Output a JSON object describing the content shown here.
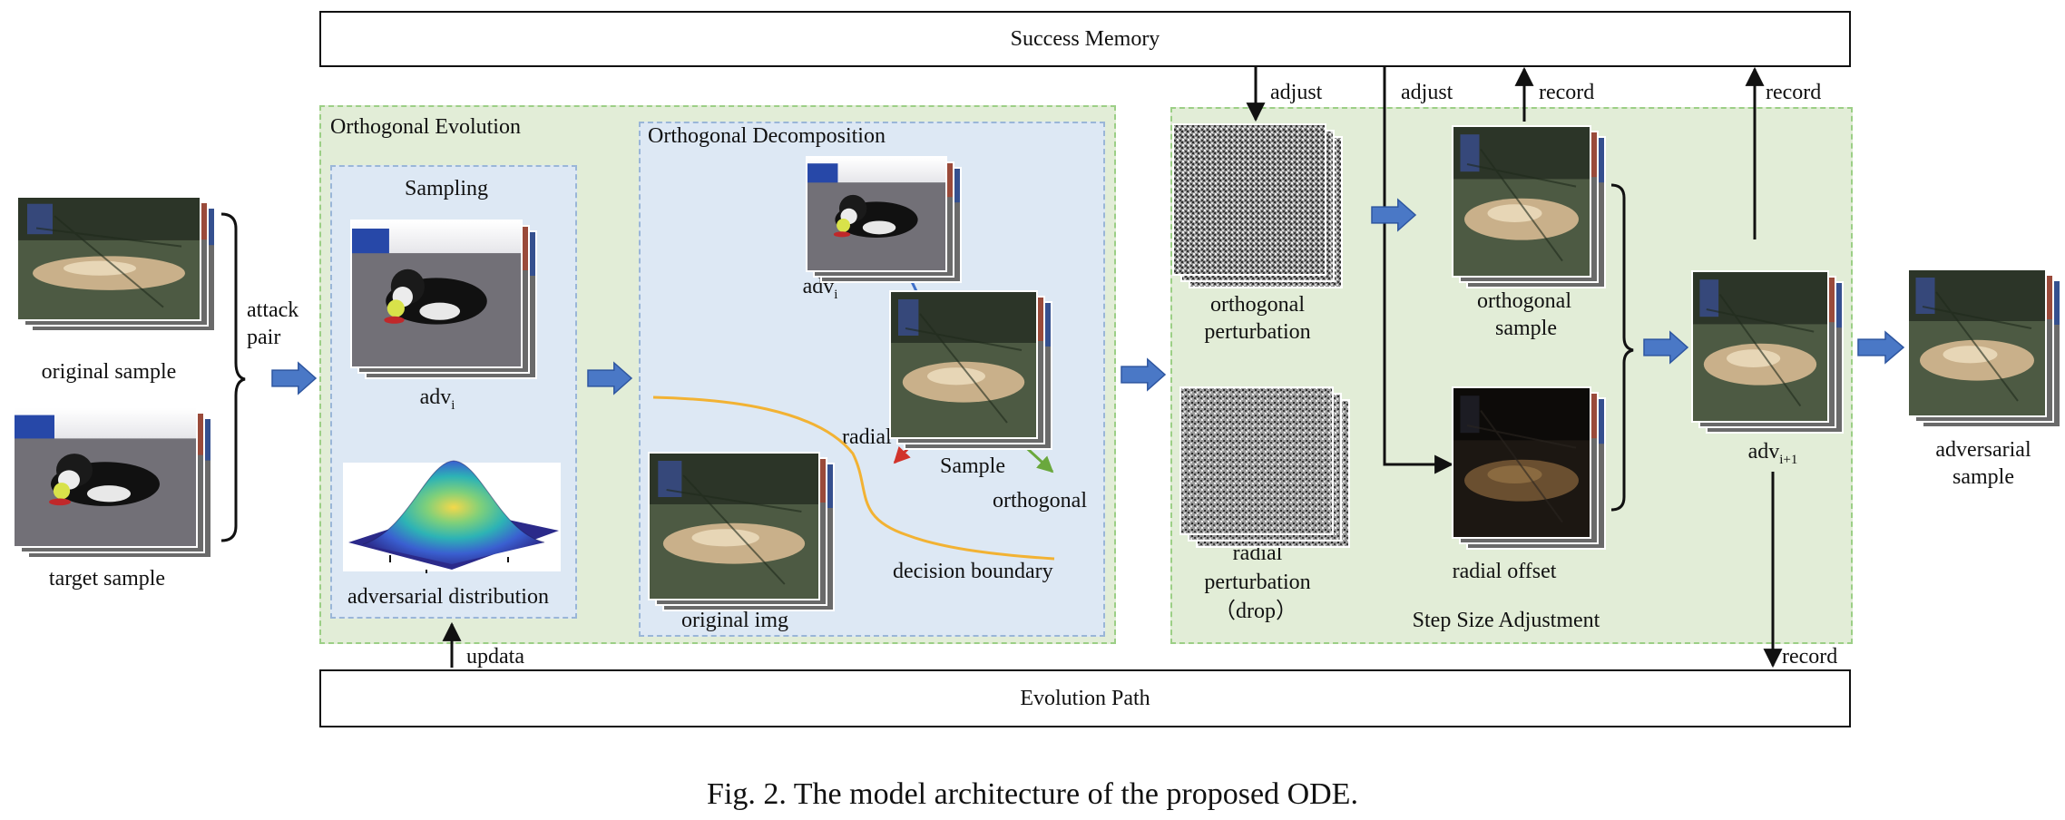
{
  "bars": {
    "success_memory": "Success Memory",
    "evolution_path": "Evolution Path"
  },
  "panels": {
    "orthogonal_evolution": "Orthogonal Evolution",
    "sampling": "Sampling",
    "orthogonal_decomposition": "Orthogonal Decomposition",
    "step_size_adjustment": "Step Size Adjustment"
  },
  "inputs": {
    "original_sample": "original  sample",
    "target_sample": "target sample",
    "attack_pair_line1": "attack",
    "attack_pair_line2": "pair"
  },
  "sampling": {
    "adv_base": "adv",
    "adv_sub": "i",
    "distribution": "adversarial  distribution"
  },
  "decomposition": {
    "adv_base": "adv",
    "adv_sub": "i",
    "radial": "radial",
    "sample": "Sample",
    "orthogonal": "orthogonal",
    "decision_boundary": "decision boundary",
    "original_img": "original  img"
  },
  "step": {
    "orth_perturbation_1": "orthogonal",
    "orth_perturbation_2": "perturbation",
    "radial_perturbation_1": "radial",
    "radial_perturbation_2": "perturbation",
    "radial_perturbation_3": "（drop）",
    "orthogonal_sample_1": "orthogonal",
    "orthogonal_sample_2": "sample",
    "radial_offset": "radial  offset",
    "adv_next_base": "adv",
    "adv_next_sub": "i+1"
  },
  "output": {
    "line1": "adversarial",
    "line2": "sample"
  },
  "flow_labels": {
    "adjust_1": "adjust",
    "adjust_2": "adjust",
    "record_1": "record",
    "record_2": "record",
    "record_3": "record",
    "updata": "updata"
  },
  "caption": "Fig. 2.  The model architecture of the proposed ODE.",
  "colors": {
    "green_panel": "#e2edd7",
    "blue_panel": "#dde8f4",
    "block_arrow": "#4a78c6",
    "blue_vector": "#3f6fc9",
    "red_vector": "#d1332b",
    "green_vector": "#6aa83d",
    "boundary": "#f2b233"
  },
  "icons": [
    "block-arrow-icon",
    "photo-stack-icon",
    "noise-stack-icon",
    "gaussian-surface-icon",
    "brace-icon"
  ]
}
